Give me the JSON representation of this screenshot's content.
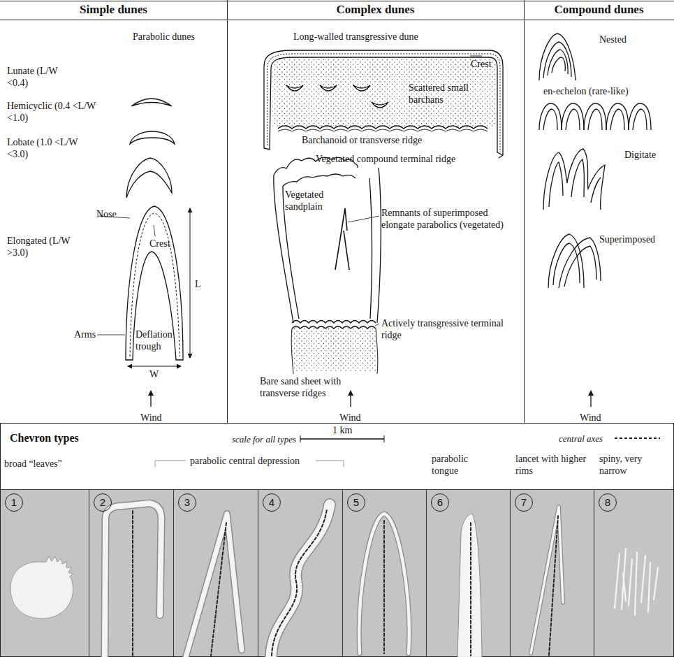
{
  "diagram": {
    "nodes": [
      {
        "text": [
          "Simple dunes"
        ]
      },
      {
        "text": [
          "Complex dunes"
        ]
      },
      {
        "text": [
          "Compound dunes"
        ]
      },
      {
        "text": [
          "Chevron types"
        ]
      },
      {
        "text": [
          "1"
        ],
        "in": 3
      },
      {
        "text": [
          "2"
        ],
        "in": 3
      },
      {
        "text": [
          "3"
        ],
        "in": 3
      },
      {
        "text": [
          "4"
        ],
        "in": 3
      },
      {
        "text": [
          "5"
        ],
        "in": 3
      },
      {
        "text": [
          "6"
        ],
        "in": 3
      },
      {
        "text": [
          "7"
        ],
        "in": 3
      },
      {
        "text": [
          "8"
        ],
        "in": 3
      }
    ],
    "edges": [],
    "labels": [
      "Parabolic dunes",
      "Lunate (L/W <0.4)",
      "Hemicyclic (0.4 <L/W <1.0)",
      "Lobate (1.0 <L/W <3.0)",
      "Nose",
      "Crest",
      "L",
      "Elongated (L/W >3.0)",
      "Arms",
      "Deflation trough",
      "W",
      "Wind",
      "Long-walled transgressive dune",
      "Crest",
      "Scattered small barchans",
      "Barchanoid or transverse ridge",
      "Vegetated compound terminal ridge",
      "Vegetated sandplain",
      "Remnants of superimposed elongate parabolics (vegetated)",
      "Actively transgressive terminal ridge",
      "Bare sand sheet with transverse ridges",
      "Wind",
      "Nested",
      "en-echelon (rare-like)",
      "Digitate",
      "Superimposed",
      "Wind",
      "scale for all types",
      "1 km",
      "broad “leaves”",
      "parabolic central depression",
      "parabolic tongue",
      "lancet with higher rims",
      "spiny, very narrow"
    ],
    "legend": [
      {
        "text": "central axes"
      }
    ]
  }
}
